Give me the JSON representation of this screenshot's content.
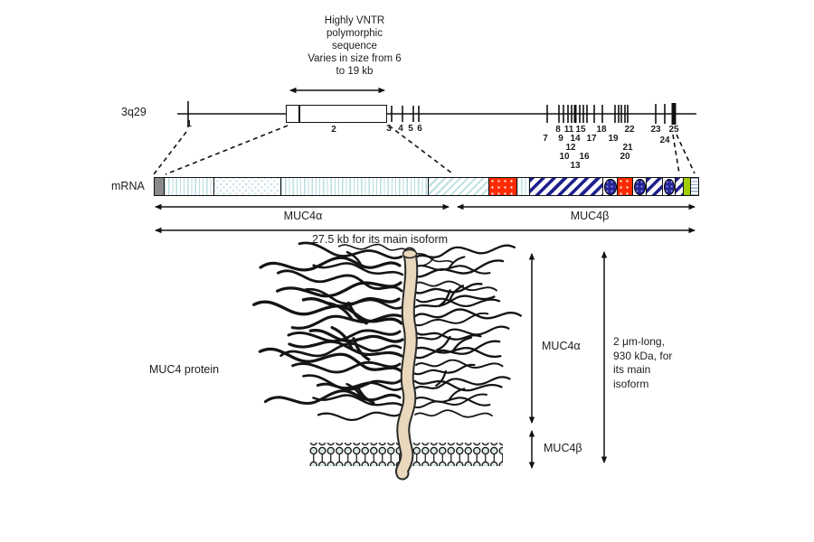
{
  "vntr_note": {
    "line1": "Highly VNTR",
    "line2": "polymorphic",
    "line3": "sequence",
    "line4": "Varies in size from 6",
    "line5": "to 19 kb"
  },
  "gene": {
    "locus_label": "3q29",
    "exons": [
      "1",
      "2",
      "3",
      "4",
      "5",
      "6",
      "7",
      "8",
      "9",
      "10",
      "11",
      "12",
      "13",
      "14",
      "15",
      "16",
      "17",
      "18",
      "19",
      "20",
      "21",
      "22",
      "23",
      "24",
      "25"
    ]
  },
  "mrna": {
    "label": "mRNA",
    "alpha_label": "MUC4α",
    "beta_label": "MUC4β",
    "size_label": "27.5 kb for its main isoform"
  },
  "protein": {
    "label": "MUC4 protein",
    "alpha_label": "MUC4α",
    "beta_label": "MUC4β",
    "size_note": {
      "line1": "2 μm-long,",
      "line2": "930 kDa, for",
      "line3": "its main",
      "line4": "isoform"
    }
  },
  "colors": {
    "ink": "#1d1d1d",
    "stripe_blue": "#b9dde2",
    "navy": "#20208e",
    "red": "#fe2b00",
    "green": "#a2cd00",
    "gray_cap": "#8a8a8a",
    "rod_beige": "#e9d8bc"
  }
}
